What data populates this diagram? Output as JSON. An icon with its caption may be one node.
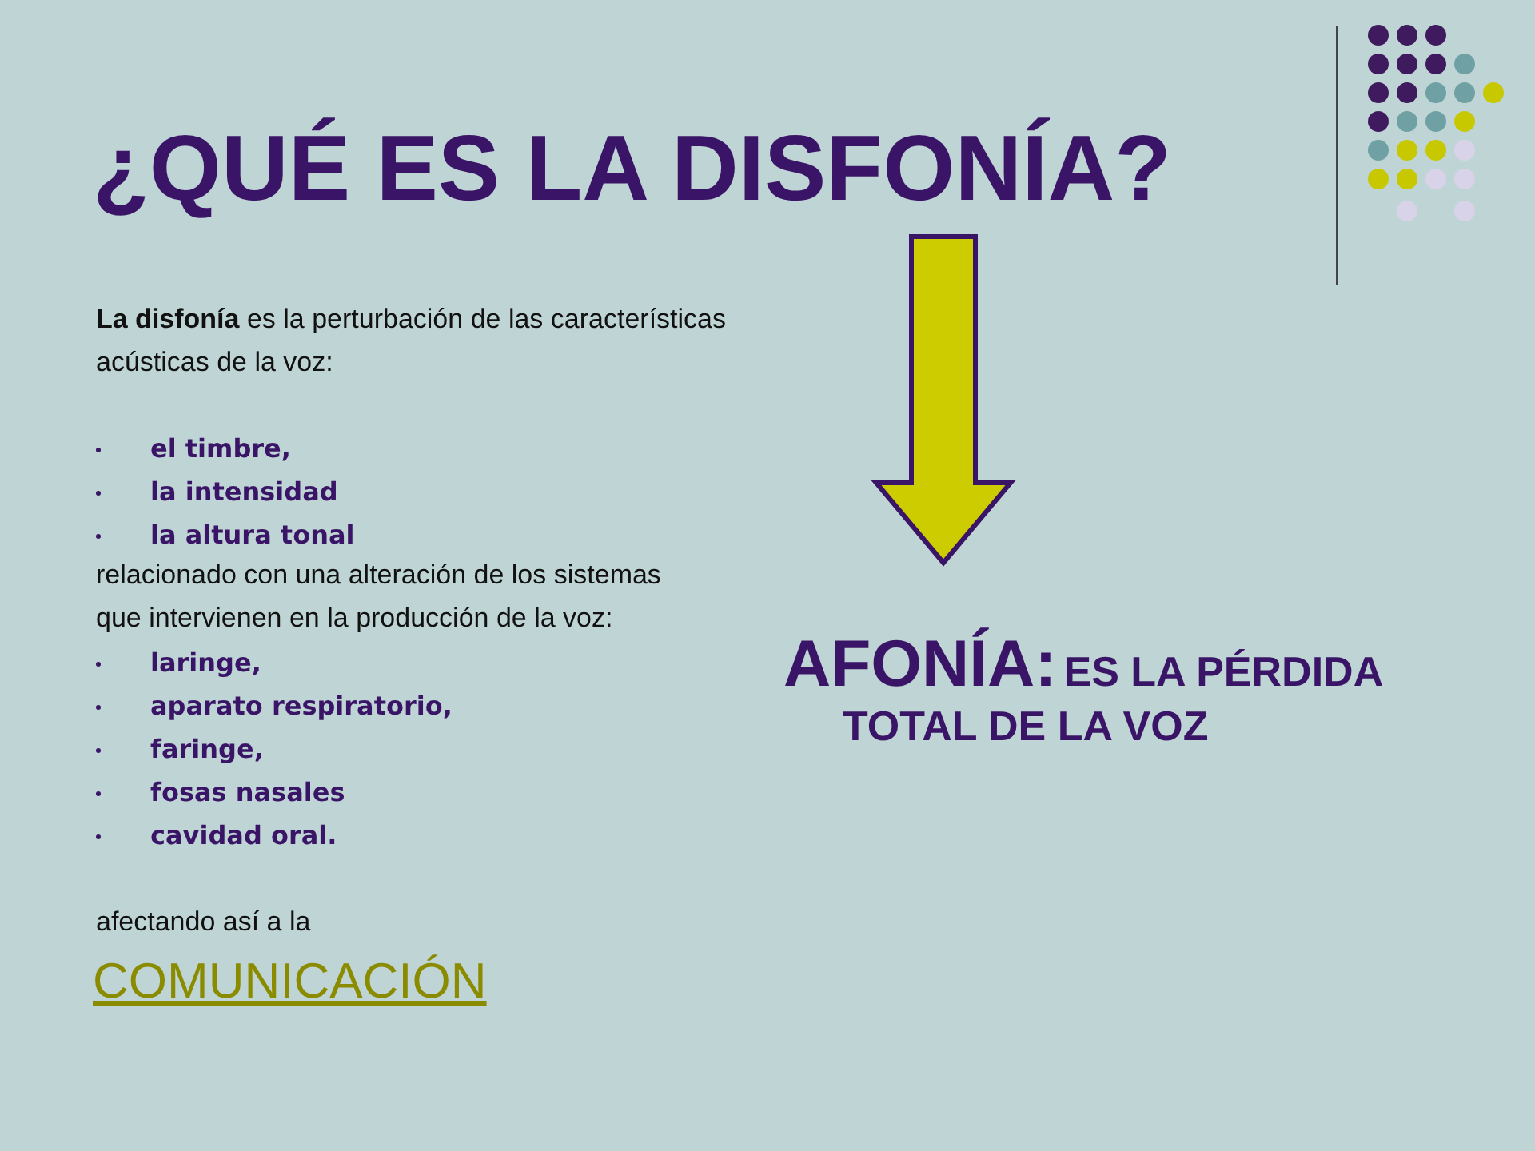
{
  "diagram": {
    "title": "¿QUÉ ES LA DISFONÍA?",
    "labels": [
      "**La disfonía** es la perturbación de las características acústicas de la voz:",
      "el timbre,",
      "la intensidad",
      "la altura tonal",
      "relacionado con una alteración de los sistemas que intervienen en la producción de la voz:",
      "laringe,",
      "aparato respiratorio,",
      "faringe,",
      "fosas nasales",
      "cavidad oral.",
      "afectando así a la",
      "COMUNICACIÓN",
      "AFONÍA:",
      "ES LA PÉRDIDA TOTAL DE LA VOZ"
    ]
  }
}
